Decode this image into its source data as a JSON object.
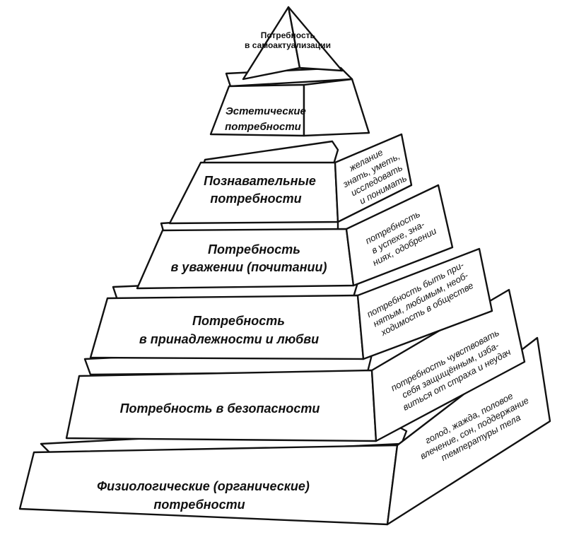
{
  "diagram": {
    "levels": [
      {
        "id": "self-actualization",
        "lines": [
          "Потребность",
          "в самоактуализации"
        ]
      },
      {
        "id": "aesthetic",
        "lines": [
          "Эстетические",
          "потребности"
        ]
      },
      {
        "id": "cognitive",
        "lines": [
          "Познавательные",
          "потребности"
        ]
      },
      {
        "id": "esteem",
        "lines": [
          "Потребность",
          "в уважении (почитании)"
        ]
      },
      {
        "id": "belonging",
        "lines": [
          "Потребность",
          "в принадлежности и любви"
        ]
      },
      {
        "id": "safety",
        "lines": [
          "Потребность в безопасности"
        ]
      },
      {
        "id": "physiological",
        "lines": [
          "Физиологические (органические)",
          "потребности"
        ]
      }
    ],
    "side_notes": {
      "cognitive": [
        "желание",
        "знать, уметь,",
        "исследовать",
        "и понимать"
      ],
      "esteem": [
        "потребность",
        "в успехе, зна-",
        "ниях, одобрении"
      ],
      "belonging": [
        "потребность быть при-",
        "нятым, любимым, необ-",
        "ходимость в обществе"
      ],
      "safety": [
        "потребность чувствовать",
        "себя защищённым, изба-",
        "виться от страха и неудач"
      ],
      "physiological": [
        "голод, жажда, половое",
        "влечение, сон, поддержание",
        "температуры тела"
      ]
    }
  }
}
